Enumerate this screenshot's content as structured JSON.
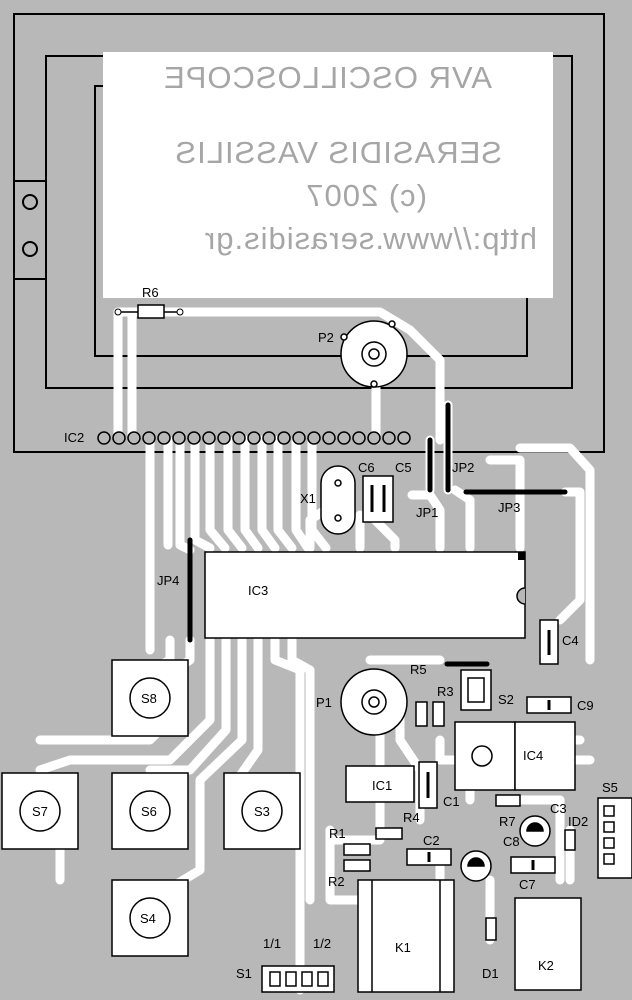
{
  "colors": {
    "background": "#b8b8b8",
    "trace": "#ffffff",
    "outline": "#000000",
    "silk_text": "#a6a6a6"
  },
  "silkscreen": {
    "line1": "AVR OSCILLOSCOPE",
    "line2": "SERASIDIS VASSILIS",
    "line3": "(c) 2007",
    "line4": "http://www.serasidis.gr"
  },
  "components": {
    "R6": "R6",
    "P2": "P2",
    "IC2": "IC2",
    "C6": "C6",
    "C5": "C5",
    "JP2": "JP2",
    "X1": "X1",
    "JP1": "JP1",
    "JP3": "JP3",
    "JP4": "JP4",
    "IC3": "IC3",
    "C4": "C4",
    "S8": "S8",
    "R5": "R5",
    "P1": "P1",
    "R3": "R3",
    "S2": "S2",
    "C9": "C9",
    "IC4": "IC4",
    "S7": "S7",
    "S6": "S6",
    "S3": "S3",
    "IC1": "IC1",
    "C1": "C1",
    "R4": "R4",
    "R7": "R7",
    "C3": "C3",
    "S5": "S5",
    "R1": "R1",
    "C2": "C2",
    "C8": "C8",
    "ID2": "ID2",
    "R2": "R2",
    "C7": "C7",
    "S4": "S4",
    "S1_1": "1/1",
    "S1_2": "1/2",
    "K1": "K1",
    "S1": "S1",
    "D1": "D1",
    "K2": "K2"
  }
}
